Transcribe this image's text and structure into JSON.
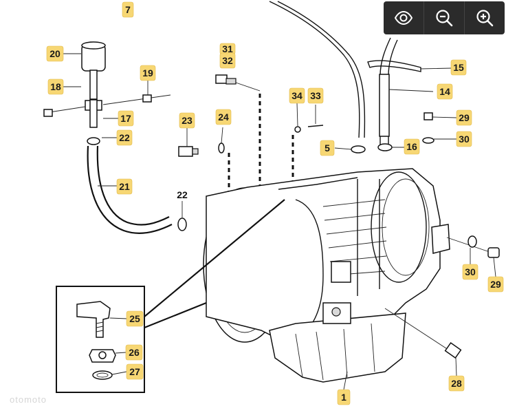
{
  "toolbar": {
    "buttons": [
      {
        "icon": "eye-icon"
      },
      {
        "icon": "zoom-out-icon"
      },
      {
        "icon": "zoom-in-icon"
      }
    ]
  },
  "callouts": {
    "c1": "1",
    "c5": "5",
    "c7": "7",
    "c14": "14",
    "c15": "15",
    "c16": "16",
    "c17": "17",
    "c18": "18",
    "c19": "19",
    "c20": "20",
    "c21": "21",
    "c22a": "22",
    "c23": "23",
    "c24": "24",
    "c25": "25",
    "c26": "26",
    "c27": "27",
    "c28": "28",
    "c29a": "29",
    "c29b": "29",
    "c30a": "30",
    "c30b": "30",
    "c31": "31",
    "c32": "32",
    "c33": "33",
    "c34": "34"
  },
  "plain_labels": {
    "p22": "22"
  },
  "watermark": "otomoto",
  "colors": {
    "callout_fill": "#f7d774",
    "toolbar_bg": "#2b2b2b"
  }
}
